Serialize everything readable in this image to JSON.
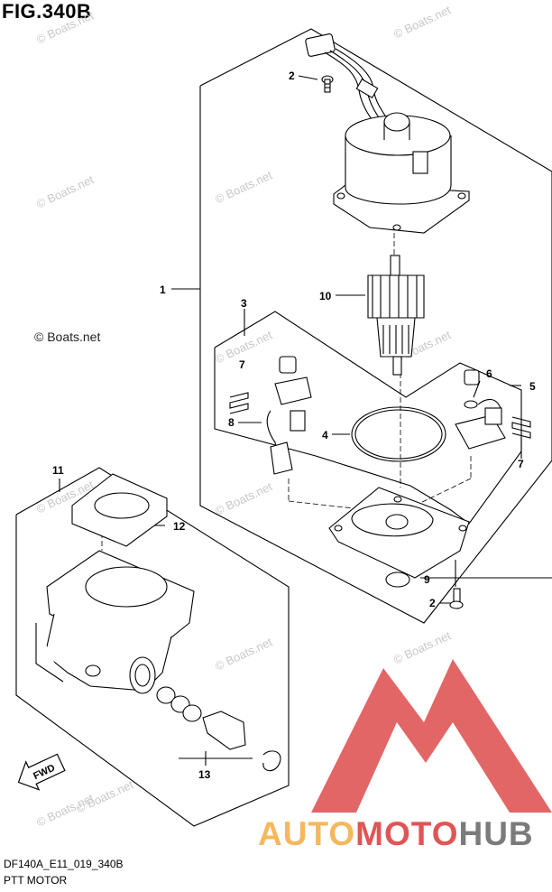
{
  "figure": {
    "title": "FIG.340B",
    "code": "DF140A_E11_019_340B",
    "caption": "PTT MOTOR"
  },
  "callouts": [
    "1",
    "2",
    "2",
    "3",
    "4",
    "5",
    "6",
    "7",
    "7",
    "8",
    "9",
    "10",
    "11",
    "12",
    "13"
  ],
  "watermark": {
    "text": "© Boats.net",
    "dark_text": "© Boats.net"
  },
  "direction_tag": "FWD",
  "brand": {
    "part1": "AUTO",
    "part2": "MOTO",
    "part3": "HUB",
    "colors": {
      "auto": "#f5b85d",
      "moto": "#e05555",
      "hub": "#7b7b7b",
      "mark": "#e05555"
    }
  }
}
